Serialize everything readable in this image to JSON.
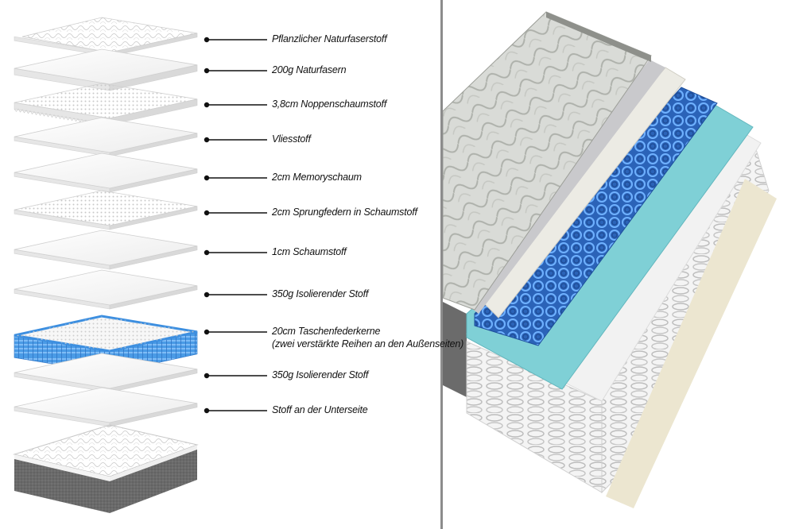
{
  "layers": [
    {
      "label": "Pflanzlicher Naturfaserstoff"
    },
    {
      "label": "200g Naturfasern"
    },
    {
      "label": "3,8cm Noppenschaumstoff"
    },
    {
      "label": "Vliesstoff"
    },
    {
      "label": "2cm Memoryschaum"
    },
    {
      "label": "2cm Sprungfedern in Schaumstoff"
    },
    {
      "label": "1cm Schaumstoff"
    },
    {
      "label": "350g Isolierender Stoff"
    },
    {
      "label": "20cm Taschenfederkerne",
      "label2": "(zwei verstärkte Reihen an den Außenseiten)"
    },
    {
      "label": "350g Isolierender Stoff"
    },
    {
      "label": "Stoff an der Unterseite"
    }
  ],
  "colors": {
    "pocket_spring_blue": "#3d8fe0",
    "cool_gel_foam": "#7fd0d6",
    "mattress_base": "#5a5a5a",
    "quilted_top": "#dcdedb"
  }
}
